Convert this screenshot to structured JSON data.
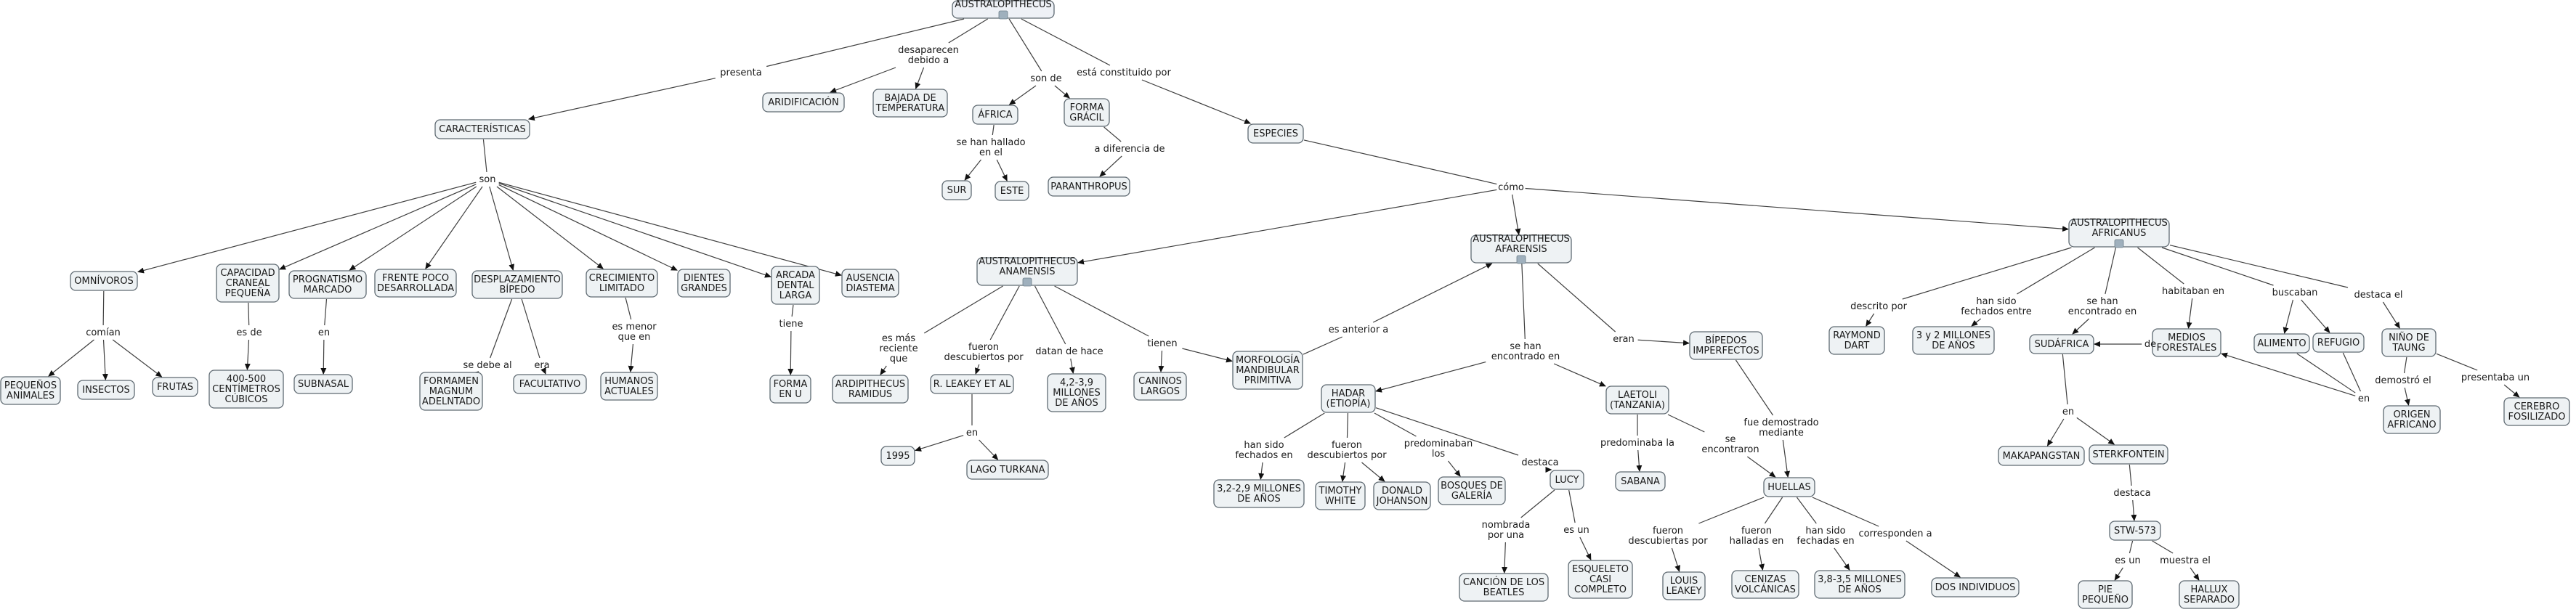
{
  "title": "AUSTRALOPITHECUS",
  "colors": {
    "node_fill": "#eef2f4",
    "node_border": "#5f6a72",
    "line": "#3f3f3f",
    "text": "#1a1a1a"
  },
  "nodes": {
    "root": "AUSTRALOPITHECUS",
    "aridificacion": "ARIDIFICACIÓN",
    "bajada": "BAJADA DE|TEMPERATURA",
    "africa": "ÁFRICA",
    "forma_gracil": "FORMA|GRÁCIL",
    "especies": "ESPECIES",
    "caracteristicas": "CARACTERÍSTICAS",
    "sur": "SUR",
    "este": "ESTE",
    "paranthropus": "PARANTHROPUS",
    "omnivoros": "OMNÍVOROS",
    "capacidad": "CAPACIDAD|CRANEAL|PEQUEÑA",
    "prognatismo": "PROGNATISMO|MARCADO",
    "frente": "FRENTE POCO|DESARROLLADA",
    "desplazamiento": "DESPLAZAMIENTO|BÍPEDO",
    "crecimiento": "CRECIMIENTO|LIMITADO",
    "dientes": "DIENTES|GRANDES",
    "arcada": "ARCADA|DENTAL|LARGA",
    "ausencia": "AUSENCIA|DIASTEMA",
    "pequenos": "PEQUEÑOS|ANIMALES",
    "insectos": "INSECTOS",
    "frutas": "FRUTAS",
    "cc400": "400-500|CENTÍMETROS|CÚBICOS",
    "subnasal": "SUBNASAL",
    "foramen": "FORMAMEN|MAGNUM|ADELNTADO",
    "facultativo": "FACULTATIVO",
    "humanos": "HUMANOS|ACTUALES",
    "forma_u": "FORMA|EN U",
    "anamensis": "AUSTRALOPITHECUS|ANAMENSIS",
    "afarensis": "AUSTRALOPITHECUS|AFARENSIS",
    "africanus": "AUSTRALOPITHECUS|AFRICANUS",
    "ardipithecus": "ARDIPITHECUS|RAMIDUS",
    "leakey_et_al": "R. LEAKEY ET AL",
    "m4239": "4,2-3,9|MILLONES|DE AÑOS",
    "caninos": "CANINOS|LARGOS",
    "morfologia": "MORFOLOGÍA|MANDIBULAR|PRIMITIVA",
    "y1995": "1995",
    "turkana": "LAGO TURKANA",
    "hadar": "HADAR|(ETIOPÍA)",
    "laetoli": "LAETOLI|(TANZANIA)",
    "bipedos": "BÍPEDOS|IMPERFECTOS",
    "m3229": "3,2-2,9 MILLONES|DE AÑOS",
    "timothy": "TIMOTHY|WHITE",
    "johanson": "DONALD|JOHANSON",
    "bosques": "BOSQUES DE|GALERÍA",
    "lucy": "LUCY",
    "sabana": "SABANA",
    "huellas": "HUELLAS",
    "cancion": "CANCIÓN DE LOS|BEATLES",
    "esqueleto": "ESQUELETO|CASI|COMPLETO",
    "louis": "LOUIS|LEAKEY",
    "cenizas": "CENIZAS|VOLCÁNICAS",
    "m3835": "3,8-3,5 MILLONES|DE AÑOS",
    "dos": "DOS INDIVIDUOS",
    "raymond": "RAYMOND|DART",
    "m32": "3 y 2 MILLONES|DE AÑOS",
    "sudafrica": "SUDÁFRICA",
    "medios": "MEDIOS|FORESTALES",
    "alimento": "ALIMENTO",
    "refugio": "REFUGIO",
    "nino": "NIÑO DE|TAUNG",
    "origen": "ORIGEN|AFRICANO",
    "cerebro": "CEREBRO|FOSILIZADO",
    "makapangstan": "MAKAPANGSTAN",
    "sterkfontein": "STERKFONTEIN",
    "stw": "STW-573",
    "pie": "PIE|PEQUEÑO",
    "hallux": "HALLUX|SEPARADO"
  },
  "links": {
    "presenta": "presenta",
    "desaparecen": "desaparecen|debido a",
    "son_de": "son de",
    "constituido": "está constituido por",
    "son": "son",
    "hallado": "se han hallado|en el",
    "diferencia": "a diferencia de",
    "como": "cómo",
    "comian": "comían",
    "es_de": "es de",
    "en_p": "en",
    "debe": "se debe al",
    "era": "era",
    "menor": "es menor|que en",
    "tiene": "tiene",
    "reciente": "es más|reciente|que",
    "fueron_desc": "fueron|descubiertos por",
    "datan": "datan de hace",
    "tienen": "tienen",
    "anterior": "es anterior a",
    "encontrado_af": "se han|encontrado en",
    "eran": "eran",
    "en_l": "en",
    "fechados_h": "han sido|fechados en",
    "fueron_h": "fueron|descubiertos por",
    "predominaban": "predominaban|los",
    "destaca_h": "destaca",
    "nombrada": "nombrada|por una",
    "es_un": "es un",
    "predominaba": "predominaba la",
    "encontraron": "se|encontraron",
    "demostrado": "fue demostrado|mediante",
    "fueron_hu": "fueron|descubiertas por",
    "halladas": "fueron|halladas en",
    "fechadas": "han sido|fechadas en",
    "corresponden": "corresponden a",
    "descrito": "descrito por",
    "fechados_af": "han sido|fechados entre",
    "encontrado_af2": "se han|encontrado en",
    "habitaban": "habitaban en",
    "de": "de",
    "buscaban": "buscaban",
    "destaca_el": "destaca el",
    "demostro": "demostró el",
    "presentaba": "presentaba un",
    "en_r": "en",
    "en_s": "en",
    "destaca_s": "destaca",
    "es_un2": "es un",
    "muestra": "muestra el"
  }
}
